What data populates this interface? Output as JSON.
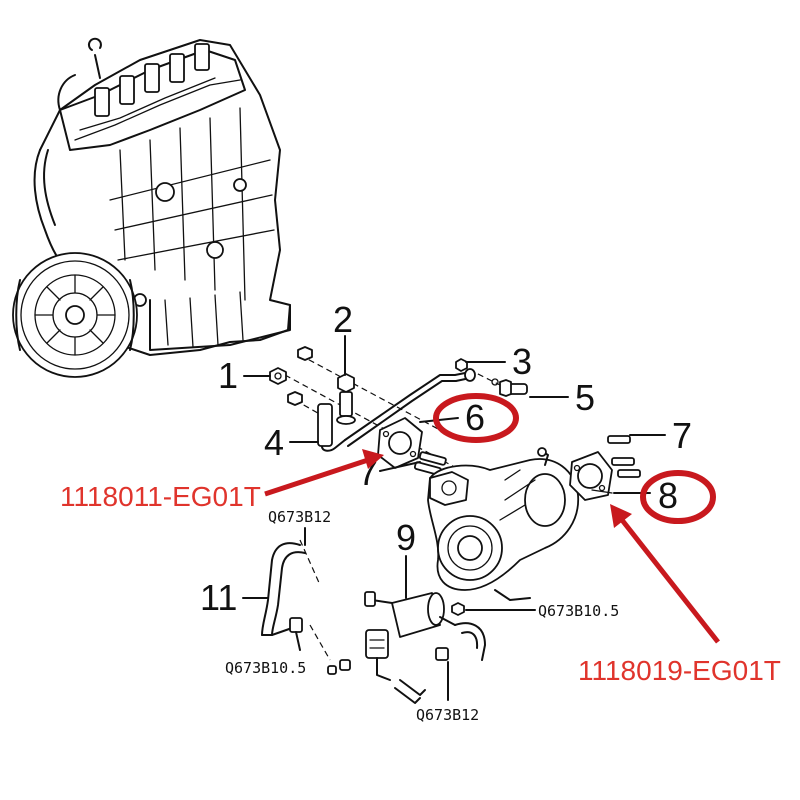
{
  "callouts": [
    "1",
    "2",
    "3",
    "4",
    "5",
    "6",
    "7",
    "7",
    "8",
    "9",
    "11"
  ],
  "fastener_codes": [
    "Q673B12",
    "Q673B10.5",
    "Q673B10.5",
    "Q673B12"
  ],
  "highlights": {
    "part_6_number": "1118011-EG01T",
    "part_8_number": "1118019-EG01T",
    "color": "#e0342c"
  }
}
